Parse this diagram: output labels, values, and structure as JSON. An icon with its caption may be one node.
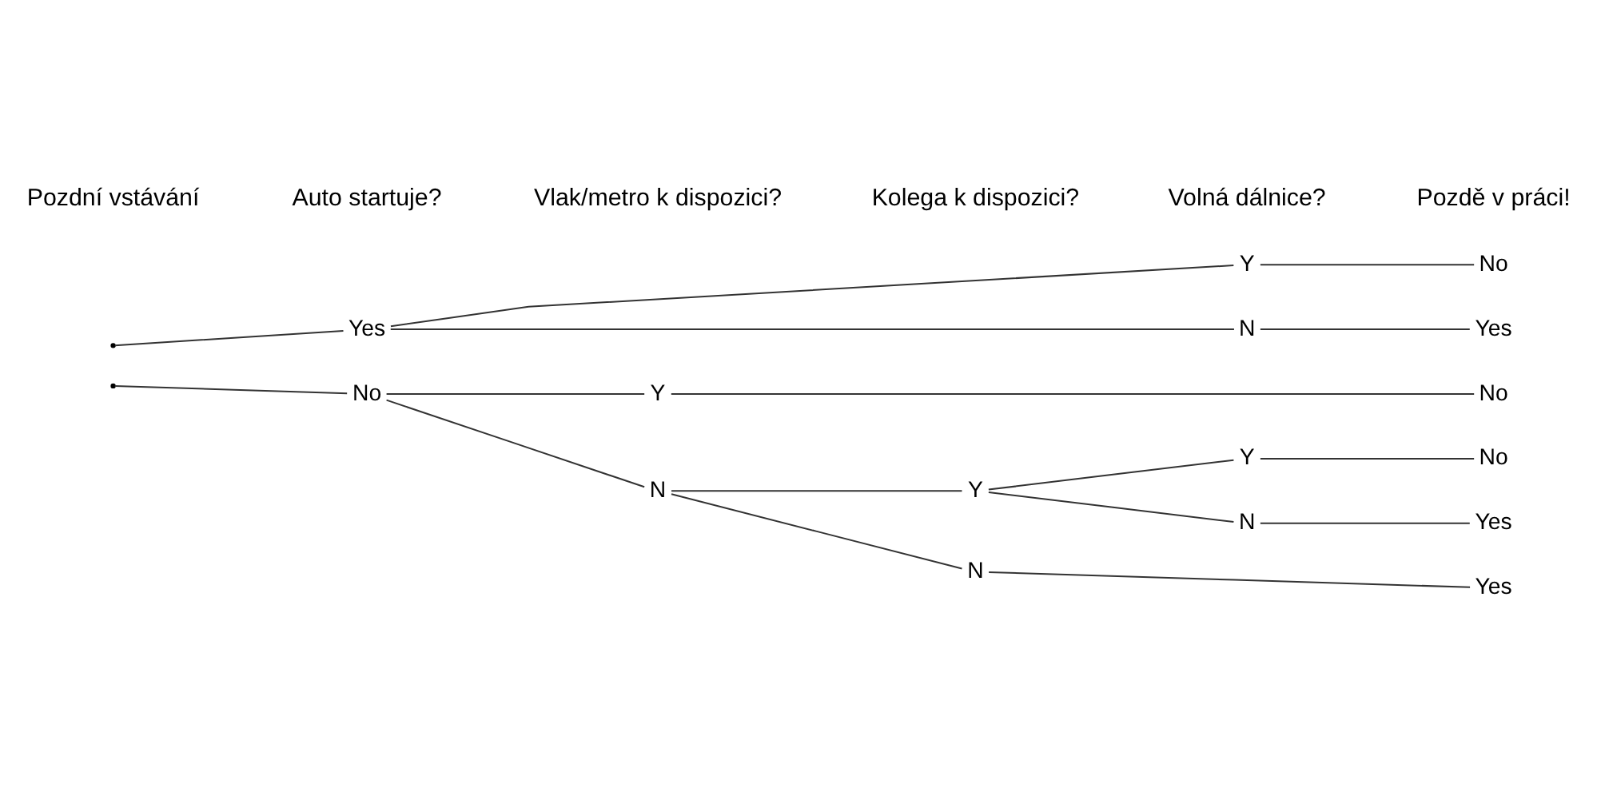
{
  "diagram": {
    "nodes": [
      {
        "text": [
          "Yes"
        ]
      },
      {
        "text": [
          "No"
        ]
      },
      {
        "text": [
          "Y"
        ]
      },
      {
        "text": [
          "N"
        ]
      },
      {
        "text": [
          "No"
        ]
      },
      {
        "text": [
          "Yes"
        ]
      },
      {
        "text": [
          "Y"
        ]
      },
      {
        "text": [
          "N"
        ]
      },
      {
        "text": [
          "No"
        ]
      },
      {
        "text": [
          "Y"
        ]
      },
      {
        "text": [
          "N"
        ]
      },
      {
        "text": [
          "Y"
        ]
      },
      {
        "text": [
          "N"
        ]
      },
      {
        "text": [
          "No"
        ]
      },
      {
        "text": [
          "Yes"
        ]
      },
      {
        "text": [
          "Yes"
        ]
      }
    ],
    "edges": [
      {
        "from": null,
        "to": 0,
        "arrow": "none"
      },
      {
        "from": null,
        "to": 1,
        "arrow": "none"
      },
      {
        "from": 0,
        "to": 2,
        "arrow": "none"
      },
      {
        "from": 0,
        "to": 3,
        "arrow": "none"
      },
      {
        "from": 2,
        "to": 4,
        "arrow": "none"
      },
      {
        "from": 3,
        "to": 5,
        "arrow": "none"
      },
      {
        "from": 1,
        "to": 6,
        "arrow": "none"
      },
      {
        "from": 1,
        "to": 7,
        "arrow": "none"
      },
      {
        "from": 6,
        "to": 8,
        "arrow": "none"
      },
      {
        "from": 7,
        "to": 9,
        "arrow": "none"
      },
      {
        "from": 7,
        "to": 10,
        "arrow": "none"
      },
      {
        "from": 9,
        "to": 11,
        "arrow": "none"
      },
      {
        "from": 9,
        "to": 12,
        "arrow": "none"
      },
      {
        "from": 11,
        "to": 13,
        "arrow": "none"
      },
      {
        "from": 12,
        "to": 14,
        "arrow": "none"
      },
      {
        "from": 10,
        "to": 15,
        "arrow": "none"
      }
    ],
    "labels": [
      "Pozdní vstávání",
      "Auto startuje?",
      "Vlak/metro k dispozici?",
      "Kolega k dispozici?",
      "Volná dálnice?",
      "Pozdě v práci!"
    ]
  }
}
